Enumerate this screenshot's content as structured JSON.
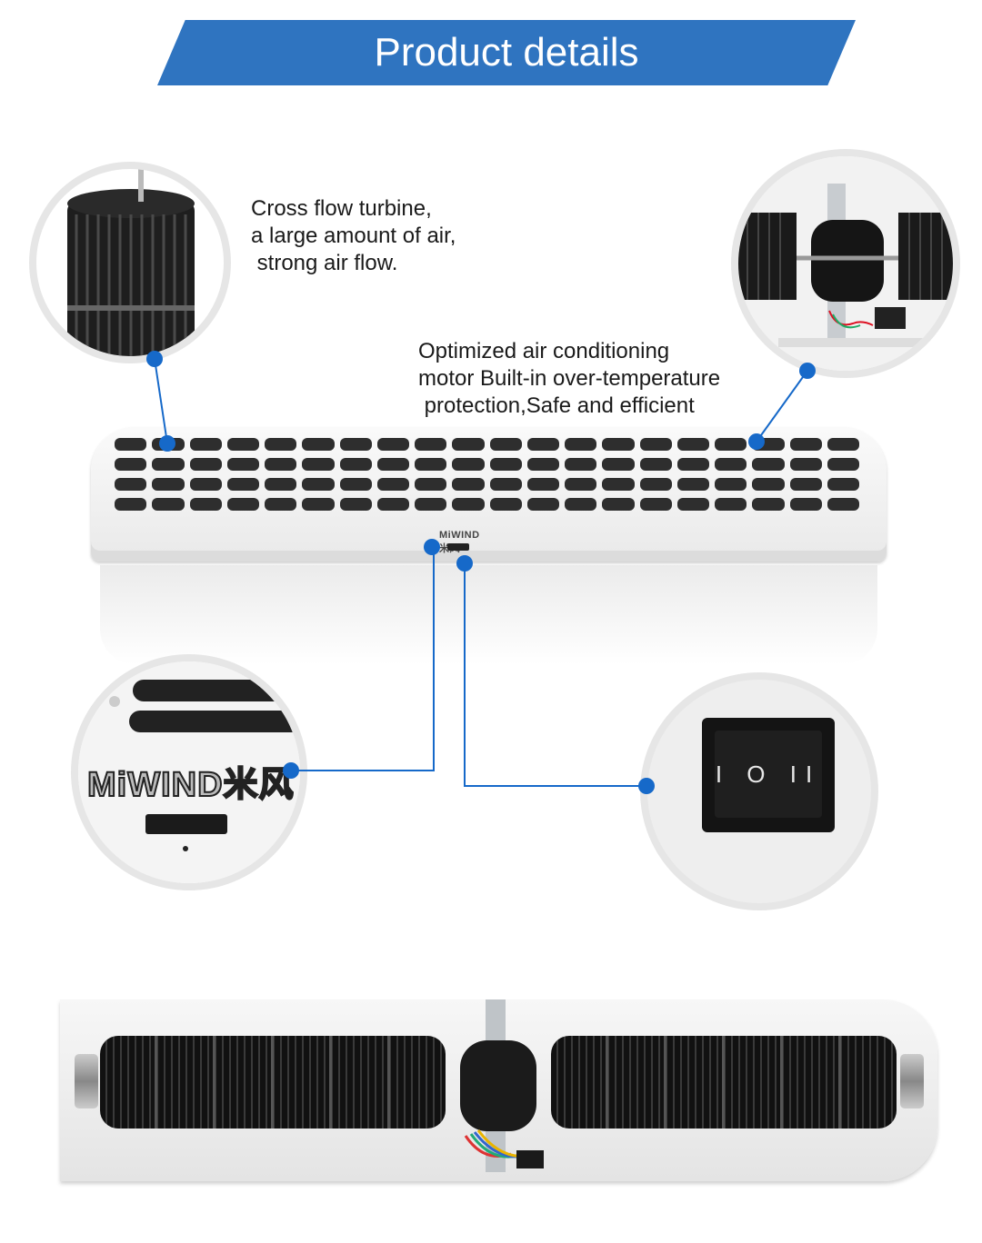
{
  "banner": {
    "title": "Product details",
    "color": "#2f74c0"
  },
  "captions": {
    "turbine": [
      "Cross flow turbine,",
      "a large amount of air,",
      " strong air flow."
    ],
    "motor": [
      "Optimized air conditioning",
      "motor Built-in over-temperature",
      " protection,Safe and efficient"
    ]
  },
  "brand": {
    "logo_text": "MiWIND米风"
  },
  "switch": {
    "label": "I O II"
  },
  "accent": {
    "callout_color": "#1669c9"
  }
}
